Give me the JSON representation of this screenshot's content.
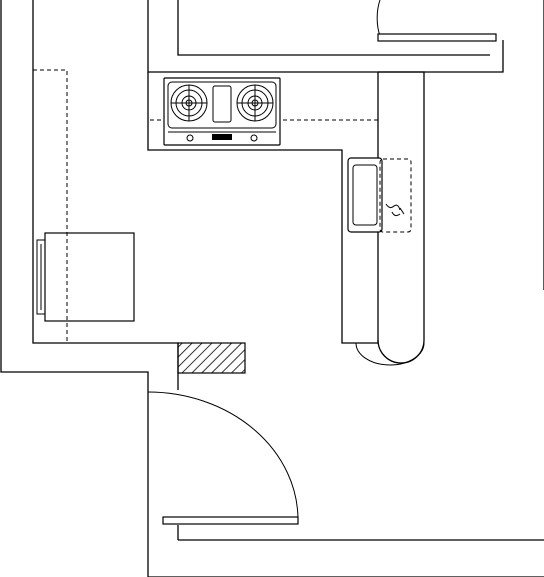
{
  "drawing": {
    "type": "kitchen floor plan",
    "elements": [
      "exterior-walls",
      "countertop",
      "gas-stove",
      "sink",
      "refrigerator",
      "door-swing",
      "hatched-column"
    ]
  }
}
